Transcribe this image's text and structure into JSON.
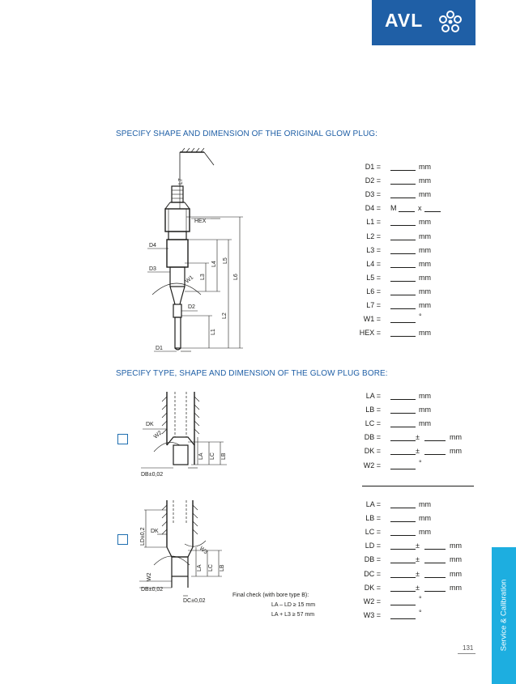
{
  "brand": {
    "name": "AVL",
    "color": "#1f5fa6"
  },
  "section1": {
    "heading": "SPECIFY SHAPE AND DIMENSION OF THE ORIGINAL GLOW PLUG:",
    "drawing_labels": {
      "l7": "L7",
      "hex": "HEX",
      "d4": "D4",
      "d3": "D3",
      "w1": "W1",
      "d2": "D2",
      "d1": "D1",
      "l1": "L1",
      "l2": "L2",
      "l3": "L3",
      "l4": "L4",
      "l5": "L5",
      "l6": "L6"
    },
    "rows": [
      {
        "label": "D1 =",
        "unit": "mm"
      },
      {
        "label": "D2 =",
        "unit": "mm"
      },
      {
        "label": "D3 =",
        "unit": "mm"
      },
      {
        "label": "D4 =",
        "prefix": "M",
        "mid": "x"
      },
      {
        "label": "L1 =",
        "unit": "mm"
      },
      {
        "label": "L2 =",
        "unit": "mm"
      },
      {
        "label": "L3 =",
        "unit": "mm"
      },
      {
        "label": "L4 =",
        "unit": "mm"
      },
      {
        "label": "L5 =",
        "unit": "mm"
      },
      {
        "label": "L6 =",
        "unit": "mm"
      },
      {
        "label": "L7 =",
        "unit": "mm"
      },
      {
        "label": "W1 =",
        "unit": "°"
      },
      {
        "label": "HEX =",
        "unit": "mm"
      }
    ]
  },
  "section2": {
    "heading": "SPECIFY TYPE, SHAPE AND DIMENSION OF THE GLOW PLUG BORE:",
    "bore_a": {
      "drawing_labels": {
        "dk": "DK",
        "w2": "W2",
        "db": "DB±0,02",
        "la": "LA",
        "lc": "LC",
        "lb": "LB"
      },
      "rows": [
        {
          "label": "LA =",
          "unit": "mm"
        },
        {
          "label": "LB =",
          "unit": "mm"
        },
        {
          "label": "LC =",
          "unit": "mm"
        },
        {
          "label": "DB =",
          "pm": "±",
          "unit": "mm"
        },
        {
          "label": "DK =",
          "pm": "±",
          "unit": "mm"
        },
        {
          "label": "W2 =",
          "unit": "°"
        }
      ]
    },
    "bore_b": {
      "drawing_labels": {
        "ld": "LD±0,2",
        "dk": "DK",
        "w3": "W3",
        "w2": "W2",
        "db": "DB±0,02",
        "dc": "DC±0,02",
        "la": "LA",
        "lc": "LC",
        "lb": "LB"
      },
      "rows": [
        {
          "label": "LA =",
          "unit": "mm"
        },
        {
          "label": "LB =",
          "unit": "mm"
        },
        {
          "label": "LC =",
          "unit": "mm"
        },
        {
          "label": "LD =",
          "pm": "±",
          "unit": "mm"
        },
        {
          "label": "DB =",
          "pm": "±",
          "unit": "mm"
        },
        {
          "label": "DC =",
          "pm": "±",
          "unit": "mm"
        },
        {
          "label": "DK =",
          "pm": "±",
          "unit": "mm"
        },
        {
          "label": "W2 =",
          "unit": "°"
        },
        {
          "label": "W3 =",
          "unit": "°"
        }
      ],
      "final_check": {
        "title": "Final check (with bore type B):",
        "line1": "LA – LD ≥ 15 mm",
        "line2": "LA + L3 ≥ 57 mm"
      }
    }
  },
  "side_tab": {
    "label": "Service & Calibration",
    "color": "#1daee0"
  },
  "page_number": "131"
}
